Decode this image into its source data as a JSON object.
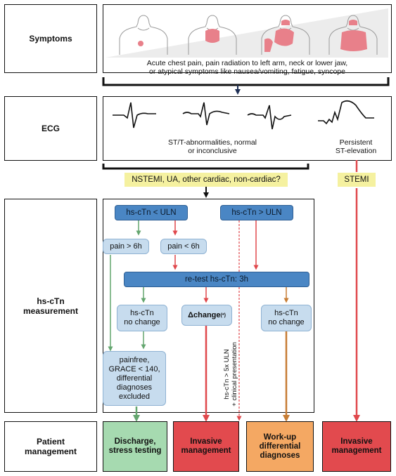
{
  "rows": {
    "symptoms": "Symptoms",
    "ecg": "ECG",
    "hs_ctn": "hs-cTn\nmeasurement",
    "patient_management": "Patient\nmanagement"
  },
  "symptoms_text": "Acute chest pain, pain radiation to left arm, neck or lower jaw,\nor atypical symptoms like nausea/vomiting, fatigue, syncope",
  "ecg": {
    "st_t_text": "ST/T-abnormalities, normal\nor inconclusive",
    "persistent_text": "Persistent\nST-elevation"
  },
  "banners": {
    "nstemi": "NSTEMI, UA, other cardiac, non-cardiac?",
    "stemi": "STEMI"
  },
  "flow": {
    "below_uln": "hs-cTn < ULN",
    "above_uln": "hs-cTn > ULN",
    "pain_gt_6h": "pain > 6h",
    "pain_lt_6h": "pain < 6h",
    "retest": "re-test hs-cTn: 3h",
    "no_change_left": "hs-cTn\nno change",
    "delta_change": "Δchange",
    "delta_marker": "(*)",
    "no_change_right": "hs-cTn\nno change",
    "painfree": "painfree,\nGRACE < 140,\ndifferential\ndiagnoses\nexcluded",
    "vertical_note": "hs-cTn > 5x ULN\n+ clinical presentation"
  },
  "management": {
    "discharge": "Discharge,\nstress testing",
    "invasive_1": "Invasive\nmanagement",
    "workup": "Work-up\ndifferential\ndiagnoses",
    "invasive_2": "Invasive\nmanagement"
  },
  "colors": {
    "green": "#64a66f",
    "red": "#e0484c",
    "orange": "#c77d35",
    "navy": "#1e2f55",
    "blue_dark": "#4a86c4",
    "blue_light": "#c7dcee",
    "yellow": "#f5f1a0",
    "mgmt_green": "#a6dab0",
    "mgmt_red": "#e24a4e",
    "mgmt_orange": "#f4a863"
  }
}
